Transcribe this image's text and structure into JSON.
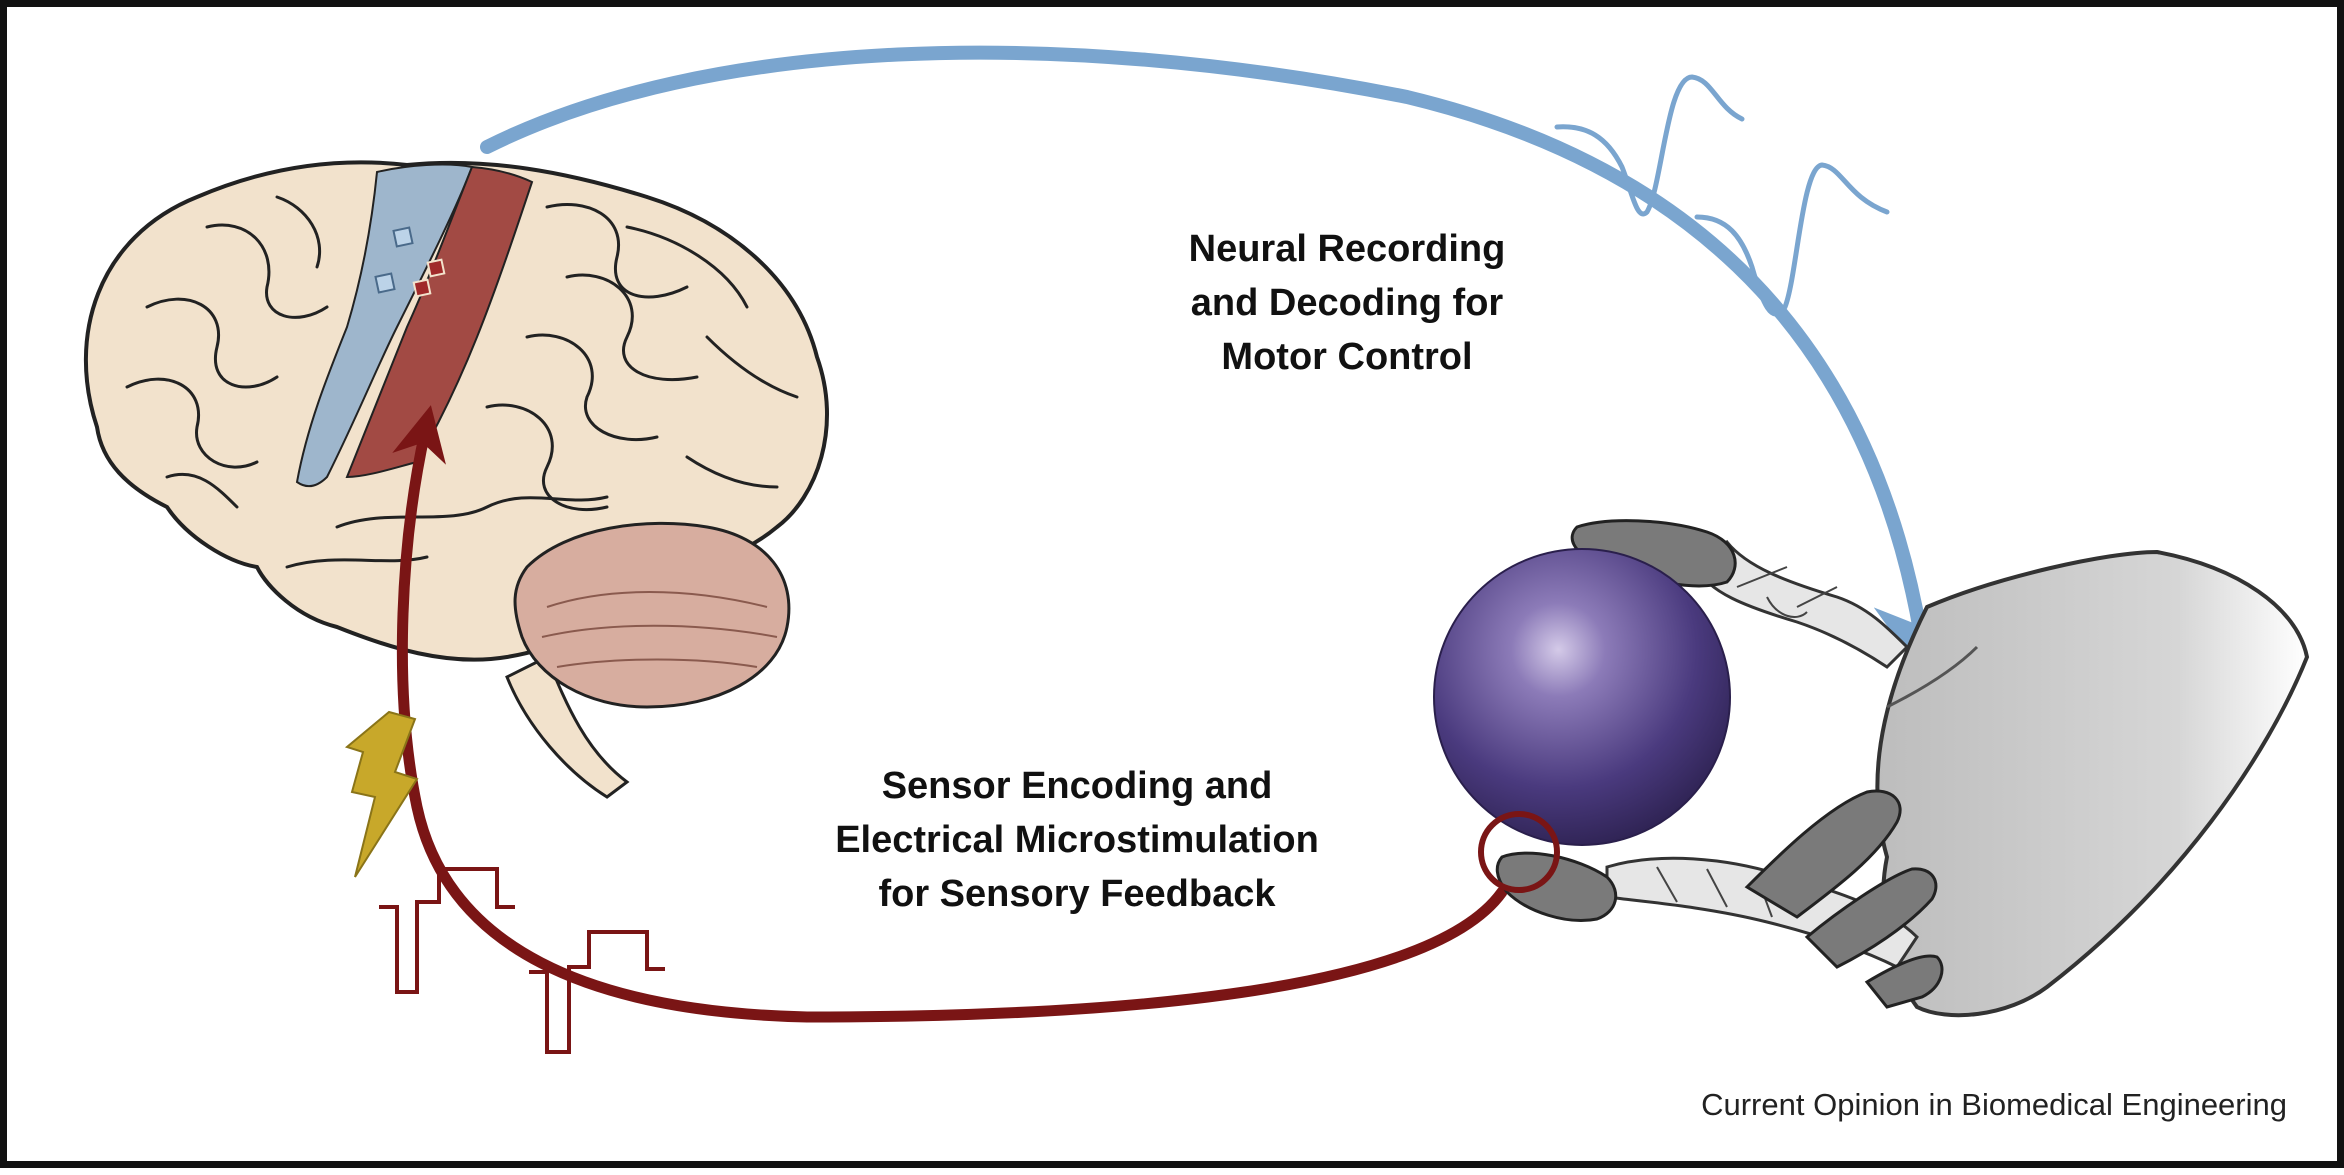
{
  "labels": {
    "recording": [
      "Neural Recording",
      "and Decoding for",
      "Motor Control"
    ],
    "stimulation": [
      "Sensor Encoding and",
      "Electrical Microstimulation",
      "for Sensory Feedback"
    ]
  },
  "credit": "Current Opinion in Biomedical Engineering",
  "colors": {
    "recording_arrow": "#7aa5cf",
    "stimulation_arrow": "#7a1515",
    "brain": "#f2e2cc",
    "motor_cortex": "#9eb6cc",
    "sensory_cortex": "#a24a44",
    "cerebellum": "#d7ad9f",
    "sphere": "#4a3a7e",
    "lightning": "#c8a82a",
    "hand": "#c8c8c8"
  },
  "icons": [
    "brain-icon",
    "spike-waveform-icon",
    "lightning-bolt-icon",
    "pulse-train-icon",
    "sphere-icon",
    "prosthetic-hand-icon"
  ]
}
